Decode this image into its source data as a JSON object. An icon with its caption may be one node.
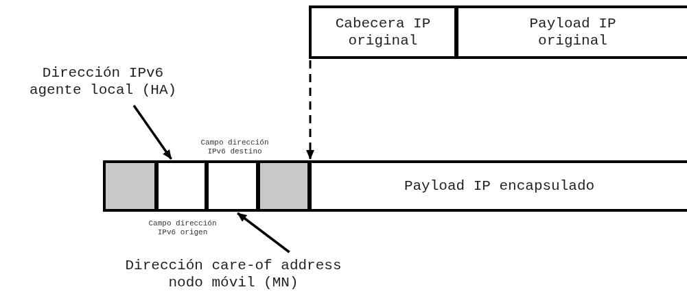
{
  "diagram": {
    "nodes": [
      {
        "text": [
          "Cabecera IP original"
        ]
      },
      {
        "text": [
          "Payload IP original"
        ]
      },
      {
        "text": [
          "Dirección IPv6 agente local (HA)"
        ]
      },
      {
        "text": [],
        "shape": "box"
      },
      {
        "text": [],
        "shape": "box",
        "beside": [
          "Campo dirección IPv6 origen"
        ]
      },
      {
        "text": [],
        "shape": "box",
        "beside": [
          "Campo dirección IPv6 destino"
        ]
      },
      {
        "text": [],
        "shape": "box"
      },
      {
        "text": [
          "Payload IP encapsulado"
        ]
      },
      {
        "text": [
          "Dirección care-of address nodo móvil (MN)"
        ]
      }
    ],
    "edges": [
      {
        "from": 2,
        "to": 4,
        "arrow": "to"
      },
      {
        "from": 8,
        "to": 5,
        "arrow": "to"
      },
      {
        "from": 0,
        "to": 7,
        "arrow": "to",
        "style": "dashed"
      }
    ]
  }
}
